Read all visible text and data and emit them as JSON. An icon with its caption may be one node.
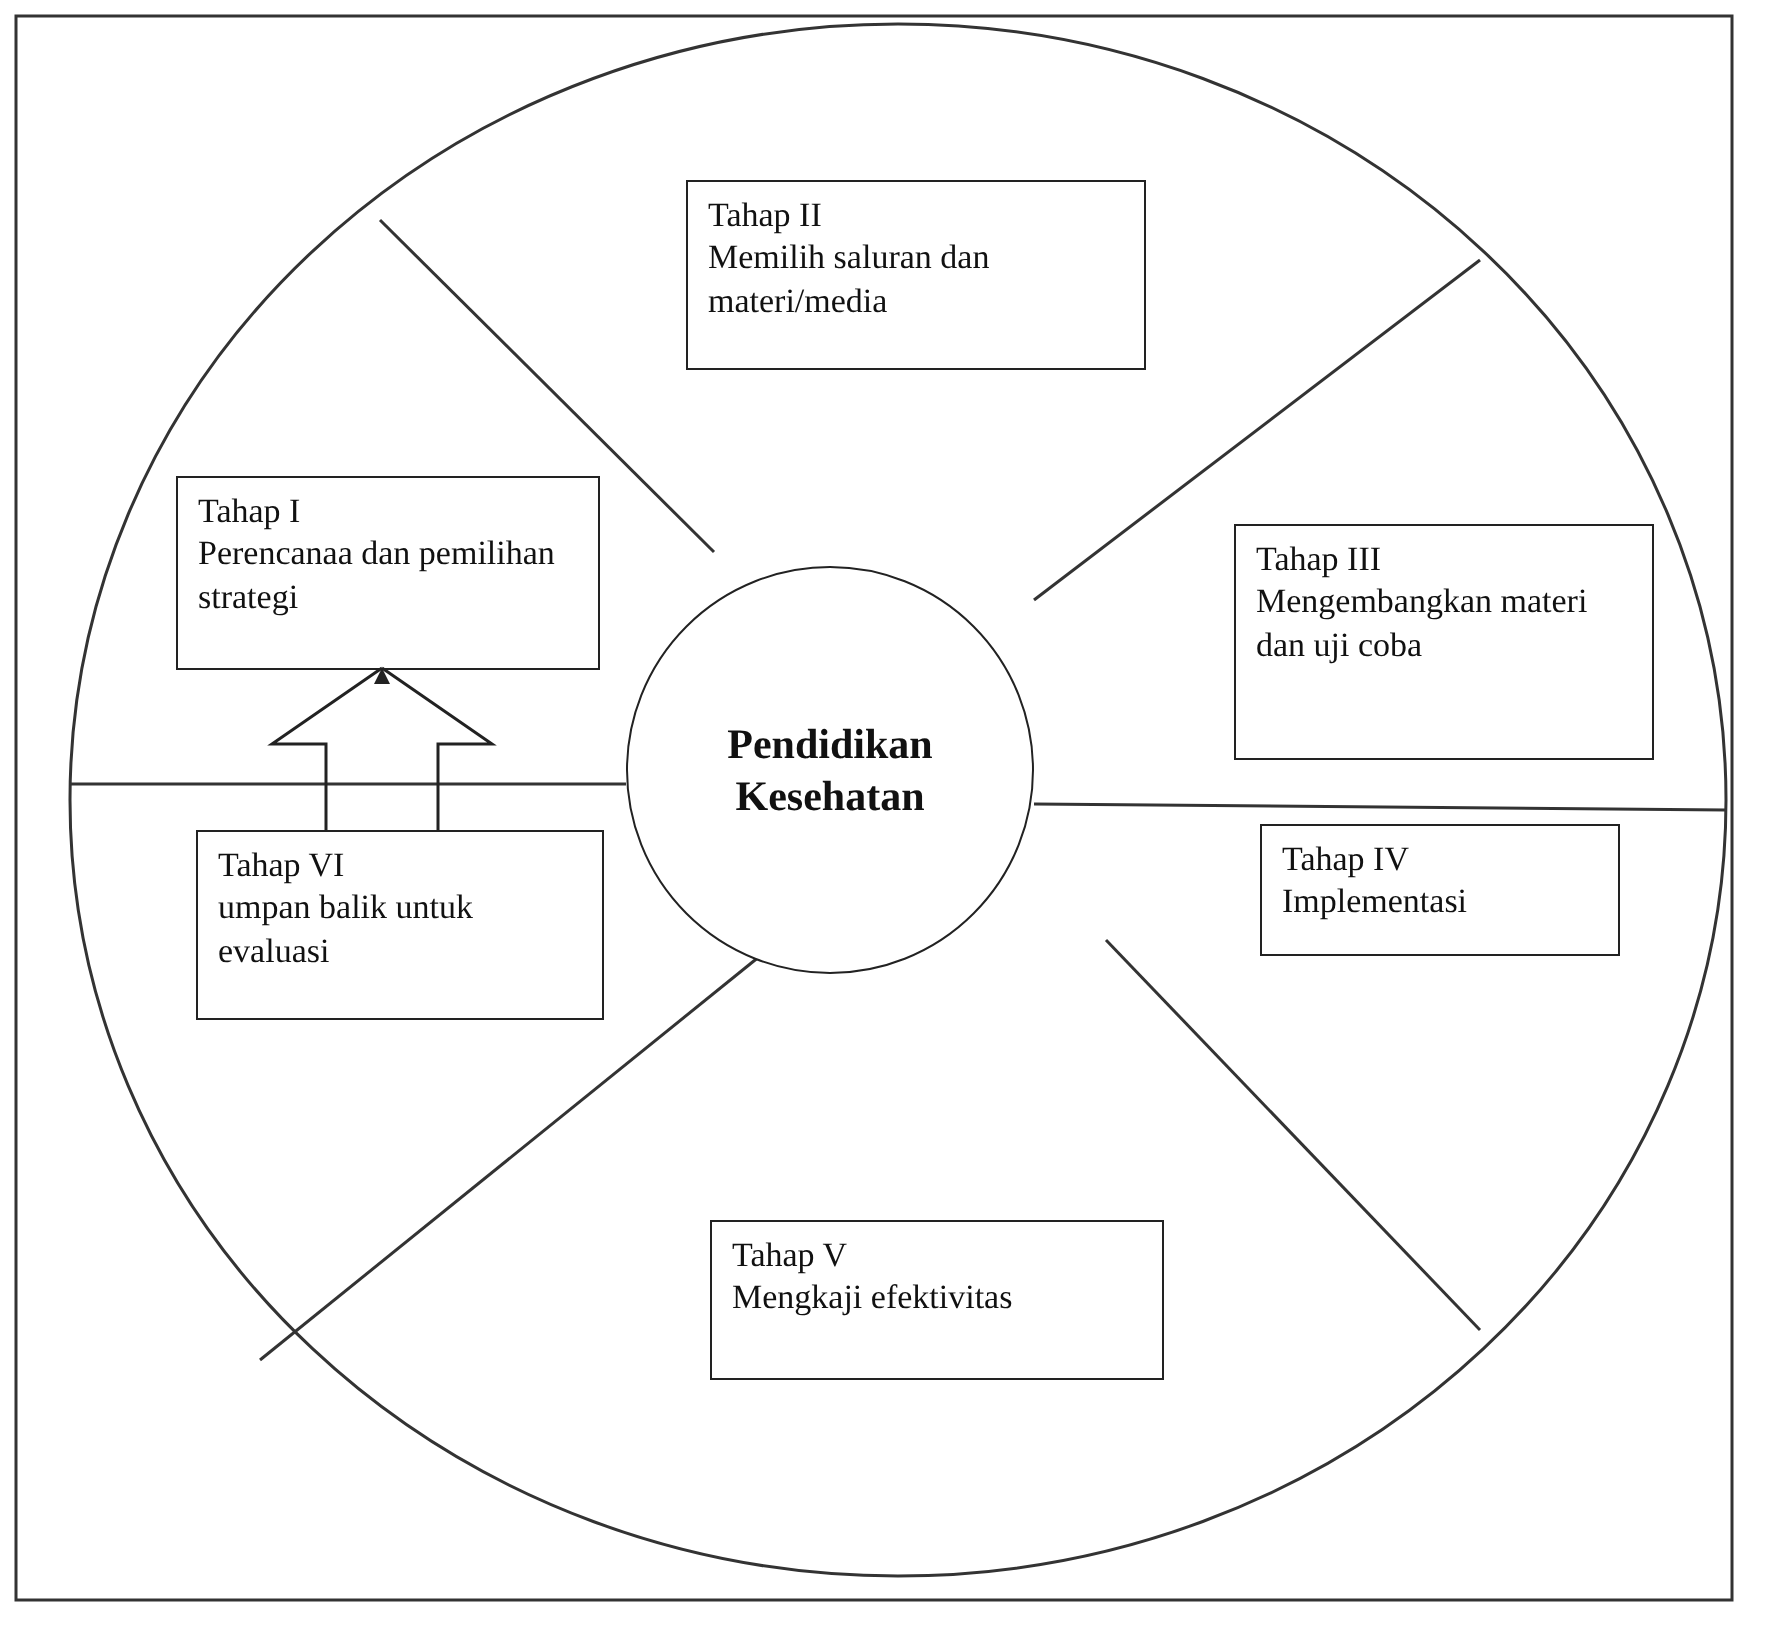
{
  "diagram": {
    "nodes": [
      {
        "text": [
          "Tahap II",
          "Memilih saluran dan materi/media"
        ]
      },
      {
        "text": [
          "Tahap I",
          "Perencanaa dan pemilihan strategi"
        ]
      },
      {
        "text": [
          "Tahap III",
          "Mengembangkan materi dan uji coba"
        ]
      },
      {
        "text": [
          "Pendidikan Kesehatan"
        ]
      },
      {
        "text": [
          "Tahap IV",
          "Implementasi"
        ]
      },
      {
        "text": [
          "Tahap VI",
          "umpan balik untuk evaluasi"
        ]
      },
      {
        "text": [
          "Tahap V",
          "Mengkaji efektivitas"
        ]
      }
    ],
    "edges": [
      {
        "from": 5,
        "to": 1,
        "arrow": "to"
      }
    ]
  }
}
